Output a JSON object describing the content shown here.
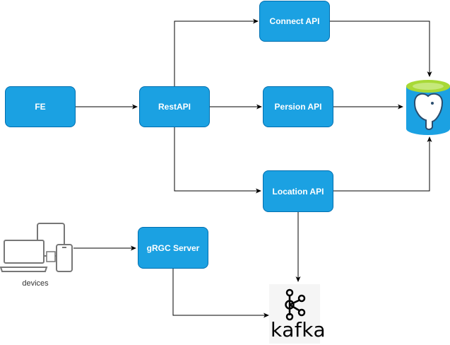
{
  "nodes": {
    "fe": "FE",
    "restapi": "RestAPI",
    "connect_api": "Connect API",
    "persion_api": "Persion API",
    "location_api": "Location API",
    "grgc_server": "gRGC Server"
  },
  "devices": {
    "label": "devices",
    "icon": "devices-icon"
  },
  "database": {
    "icon": "postgresql-database-icon",
    "color": "#1ba1e2",
    "top_color": "#a8d936"
  },
  "kafka": {
    "logo_text": "kafka",
    "icon": "kafka-logo-icon"
  },
  "colors": {
    "node_fill": "#1ba1e2",
    "node_stroke": "#006eaf",
    "edge": "#000000"
  }
}
